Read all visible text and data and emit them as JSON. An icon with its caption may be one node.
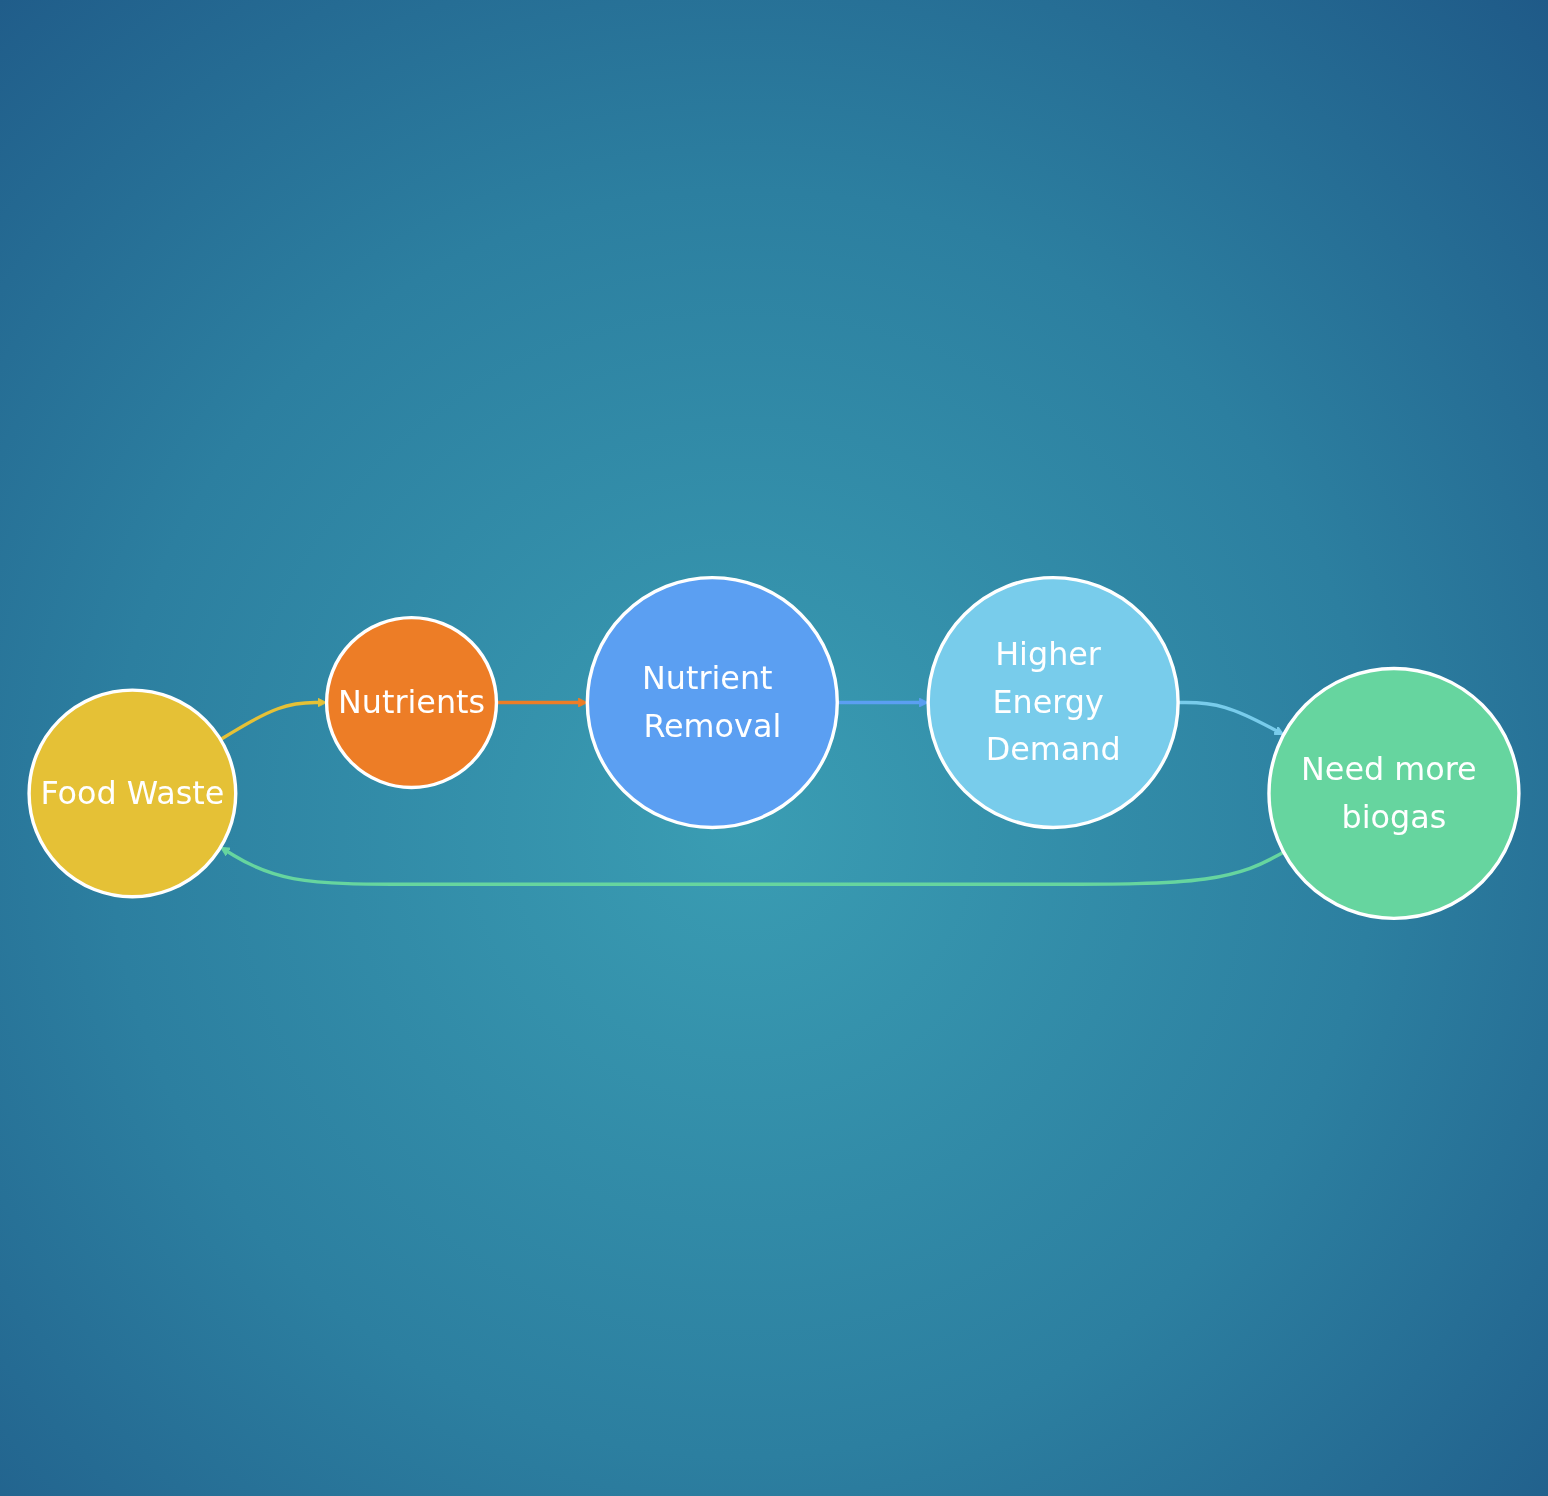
{
  "diagram": {
    "nodes": [
      {
        "text": [
          "Food Waste"
        ]
      },
      {
        "text": [
          "Nutrients"
        ]
      },
      {
        "text": [
          "Nutrient Removal"
        ]
      },
      {
        "text": [
          "Higher Energy Demand"
        ]
      },
      {
        "text": [
          "Need more biogas"
        ]
      }
    ],
    "edges": [
      {
        "from": 0,
        "to": 1,
        "arrow": "to",
        "color": "#e5c136"
      },
      {
        "from": 1,
        "to": 2,
        "arrow": "to",
        "color": "#ed7d26"
      },
      {
        "from": 2,
        "to": 3,
        "arrow": "to",
        "color": "#5b9ff2"
      },
      {
        "from": 3,
        "to": 4,
        "arrow": "to",
        "color": "#78cceb"
      },
      {
        "from": 4,
        "to": 0,
        "arrow": "to",
        "color": "#66d59f"
      }
    ]
  }
}
